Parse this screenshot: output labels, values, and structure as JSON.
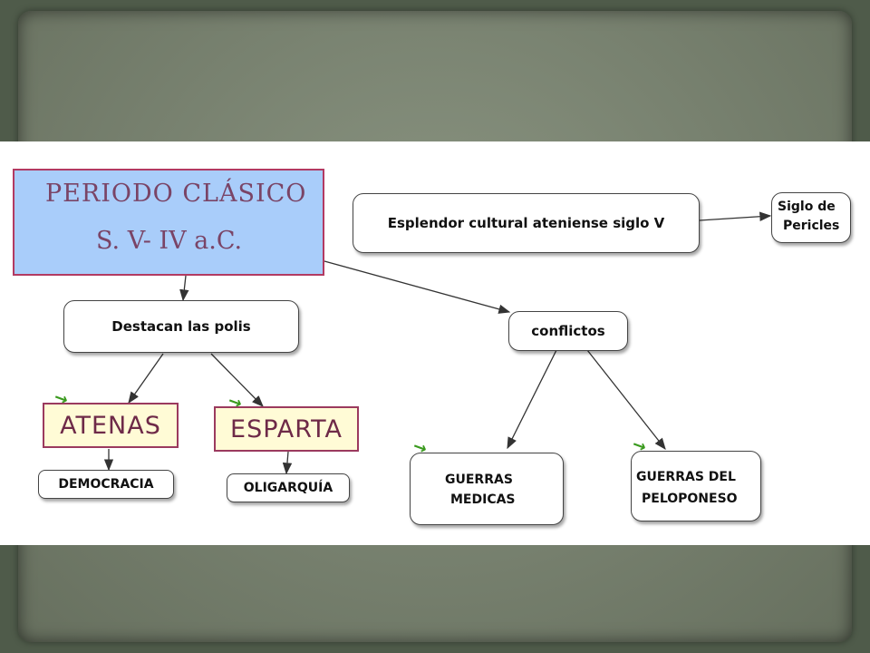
{
  "diagram": {
    "title": {
      "line1": "PERIODO   CLÁSICO",
      "line2": "S. V- IV a.C."
    },
    "nodes": {
      "esplendor": "Esplendor cultural ateniense  siglo V",
      "pericles_line1": "Siglo de",
      "pericles_line2": "Pericles",
      "polis": "Destacan las polis",
      "conflictos": "conflictos",
      "atenas": "ATENAS",
      "esparta": "ESPARTA",
      "democracia": "DEMOCRACIA",
      "oligarquia": "OLIGARQUÍA",
      "medicas_line1": "GUERRAS",
      "medicas_line2": "MEDICAS",
      "peloponeso_line1": "GUERRAS DEL",
      "peloponeso_line2": "PELOPONESO"
    },
    "colors": {
      "title_fill": "#a9cdfa",
      "title_border": "#b23a62",
      "city_fill": "#fffbd6",
      "frame": "#7d8873"
    },
    "decor_icon": "green-check-mark-icon"
  }
}
